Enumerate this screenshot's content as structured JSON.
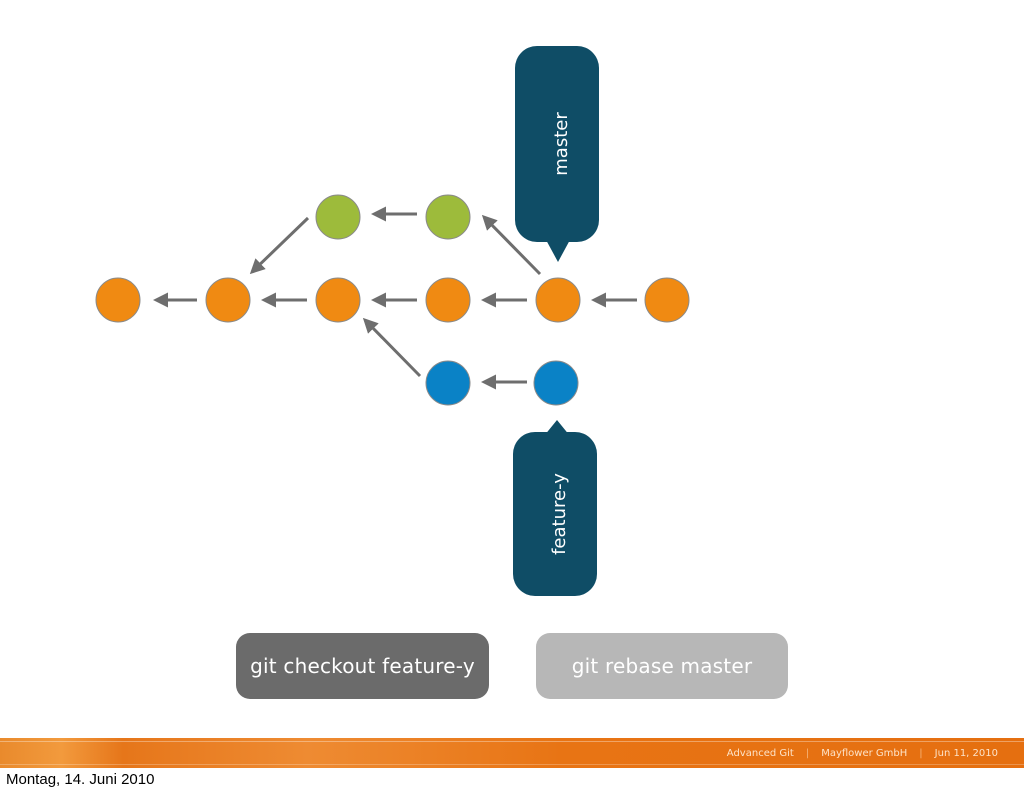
{
  "diagram": {
    "colors": {
      "main": "#f08a12",
      "branch_green": "#9dbb3b",
      "branch_blue": "#0a82c6",
      "label": "#0f4d66",
      "arrow": "#6e6e6e"
    },
    "labels": {
      "top": "master",
      "bottom": "feature-y"
    }
  },
  "commands": {
    "first": "git checkout feature-y",
    "second": "git rebase master"
  },
  "footer": {
    "items": [
      "Advanced Git",
      "Mayflower GmbH",
      "Jun 11, 2010"
    ]
  },
  "bottom_date": "Montag, 14. Juni 2010"
}
